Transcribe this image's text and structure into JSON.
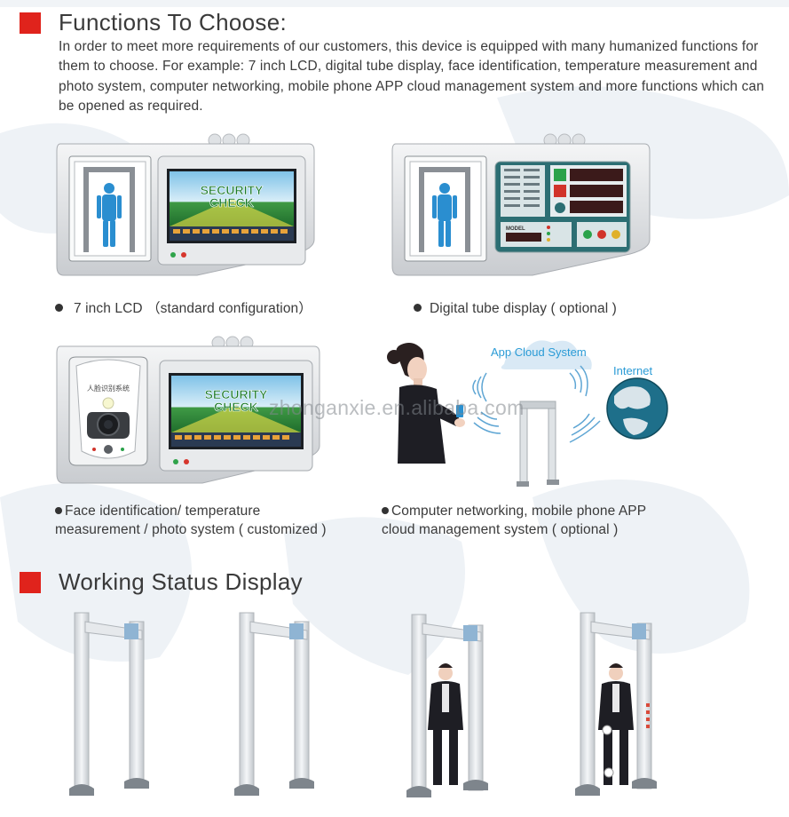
{
  "section1": {
    "title": "Functions To Choose:",
    "intro": "In order to meet more requirements of our customers, this device is equipped with many humanized functions for them to choose. For example: 7 inch LCD, digital tube display, face identification, temperature measurement and photo system, computer networking, mobile phone APP cloud management system and more functions which can be opened as required."
  },
  "devices": {
    "lcd": {
      "screen_line1": "SECURITY",
      "screen_line2": "CHECK",
      "caption": "7 inch LCD （standard configuration）"
    },
    "digital": {
      "model_label": "MODEL",
      "caption": "Digital tube display ( optional )"
    },
    "face": {
      "panel_label": "人脸识别系统",
      "screen_line1": "SECURITY",
      "screen_line2": "CHECK",
      "caption_line1": "Face identification/ temperature",
      "caption_line2": "measurement / photo system ( customized )"
    },
    "network": {
      "cloud_label": "App Cloud System",
      "internet_label": "Internet",
      "caption_line1": "Computer networking, mobile phone APP",
      "caption_line2": "cloud management system ( optional )"
    }
  },
  "watermark": "zhonganxie.en.alibaba.com",
  "section2": {
    "title": "Working Status Display"
  },
  "colors": {
    "accent_red": "#e0231c",
    "cloud_blue": "#2a9bd6",
    "screen_green": "#2f8d45"
  }
}
